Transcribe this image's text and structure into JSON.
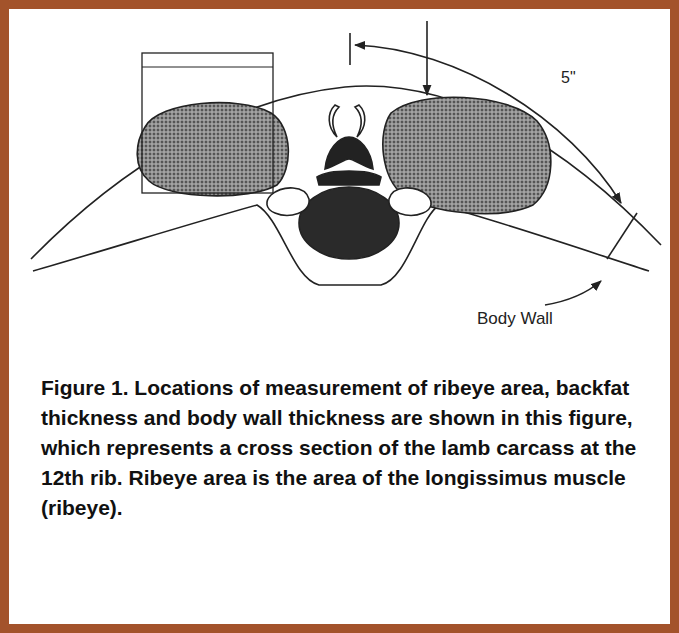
{
  "diagram": {
    "caption": "Figure 1. Locations of measurement of ribeye area, backfat thickness and body wall thickness are shown in this figure, which represents a cross section of the lamb carcass at the 12th rib. Ribeye area is the area of the longissimus muscle (ribeye).",
    "labels": [
      "5\"",
      "Body Wall"
    ]
  }
}
